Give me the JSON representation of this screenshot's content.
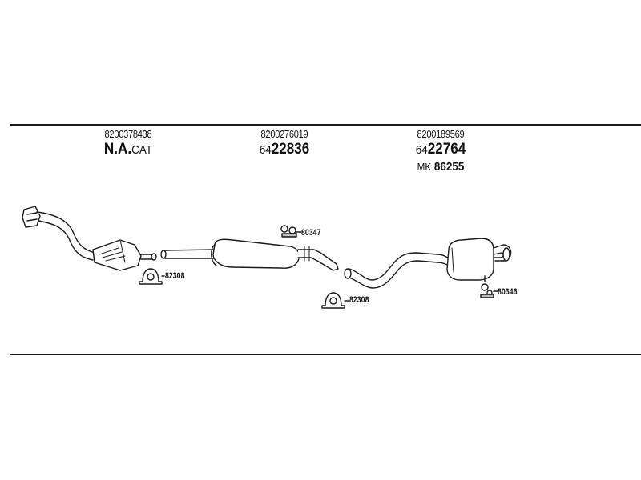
{
  "sections": [
    {
      "part_number": "8200378438",
      "main_prefix": "N.A.",
      "main_code": "",
      "main_suffix": "CAT",
      "mk_prefix": "",
      "mk_code": ""
    },
    {
      "part_number": "8200276019",
      "main_prefix": "64",
      "main_code": "22836",
      "main_suffix": "",
      "mk_prefix": "",
      "mk_code": ""
    },
    {
      "part_number": "8200189569",
      "main_prefix": "64",
      "main_code": "22764",
      "main_suffix": "",
      "mk_prefix": "MK",
      "mk_code": "86255"
    }
  ],
  "callouts": {
    "clamp_front": "82308",
    "hanger_mid": "80347",
    "clamp_rear": "82308",
    "hanger_rear": "80346"
  },
  "colors": {
    "line": "#1a1a1a",
    "pipe_fill": "#ffffff",
    "shade": "#bdbdbd"
  }
}
